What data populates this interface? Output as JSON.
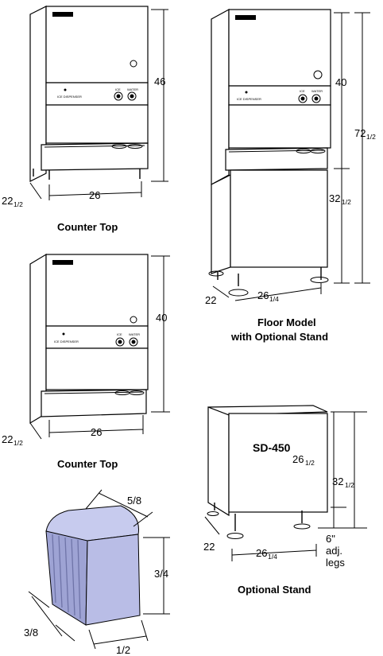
{
  "counter_top_46": {
    "height": "46",
    "width": "26",
    "depth_whole": "22",
    "depth_frac": "1/2",
    "caption": "Counter Top",
    "panel_label": "ICE DISPENSER",
    "btn_ice": "ICE",
    "btn_water": "WATER"
  },
  "counter_top_40": {
    "height": "40",
    "width": "26",
    "depth_whole": "22",
    "depth_frac": "1/2",
    "caption": "Counter Top",
    "panel_label": "ICE DISPENSER",
    "btn_ice": "ICE",
    "btn_water": "WATER"
  },
  "floor_model": {
    "unit_height": "40",
    "total_whole": "72",
    "total_frac": "1/2",
    "stand_whole": "32",
    "stand_frac": "1/2",
    "depth": "22",
    "width_whole": "26",
    "width_frac": "1/4",
    "caption_line1": "Floor Model",
    "caption_line2": "with Optional Stand",
    "panel_label": "ICE DISPENSER",
    "btn_ice": "ICE",
    "btn_water": "WATER"
  },
  "stand": {
    "model": "SD-450",
    "height_whole": "26",
    "height_frac": "1/2",
    "total_whole": "32",
    "total_frac": "1/2",
    "legs_line1": "6\"",
    "legs_line2": "adj.",
    "legs_line3": "legs",
    "depth": "22",
    "width_whole": "26",
    "width_frac": "1/4",
    "caption": "Optional Stand"
  },
  "ice_cube": {
    "top": "5/8",
    "side": "3/4",
    "depth": "3/8",
    "bottom": "1/2"
  },
  "colors": {
    "cube_face": "#b9bde6",
    "cube_dark": "#8e93c4",
    "stroke": "#000000"
  }
}
